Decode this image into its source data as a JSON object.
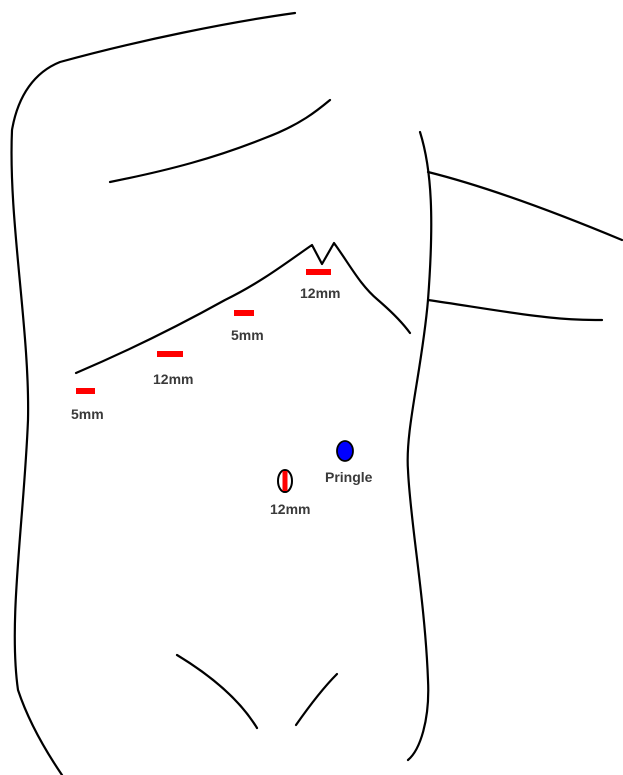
{
  "colors": {
    "outline": "#000000",
    "trocar_port": "#ff0000",
    "pringle_port": "#0000ff",
    "label_text": "#3a3a3a",
    "background": "#ffffff"
  },
  "ports": [
    {
      "id": "port-5mm-left",
      "kind": "incision",
      "label": "5mm"
    },
    {
      "id": "port-12mm-left",
      "kind": "incision",
      "label": "12mm"
    },
    {
      "id": "port-5mm-mid",
      "kind": "incision",
      "label": "5mm"
    },
    {
      "id": "port-12mm-top",
      "kind": "incision",
      "label": "12mm"
    },
    {
      "id": "port-12mm-umbilical",
      "kind": "umbilical-incision",
      "label": "12mm"
    },
    {
      "id": "port-pringle",
      "kind": "pringle-port",
      "label": "Pringle"
    }
  ]
}
